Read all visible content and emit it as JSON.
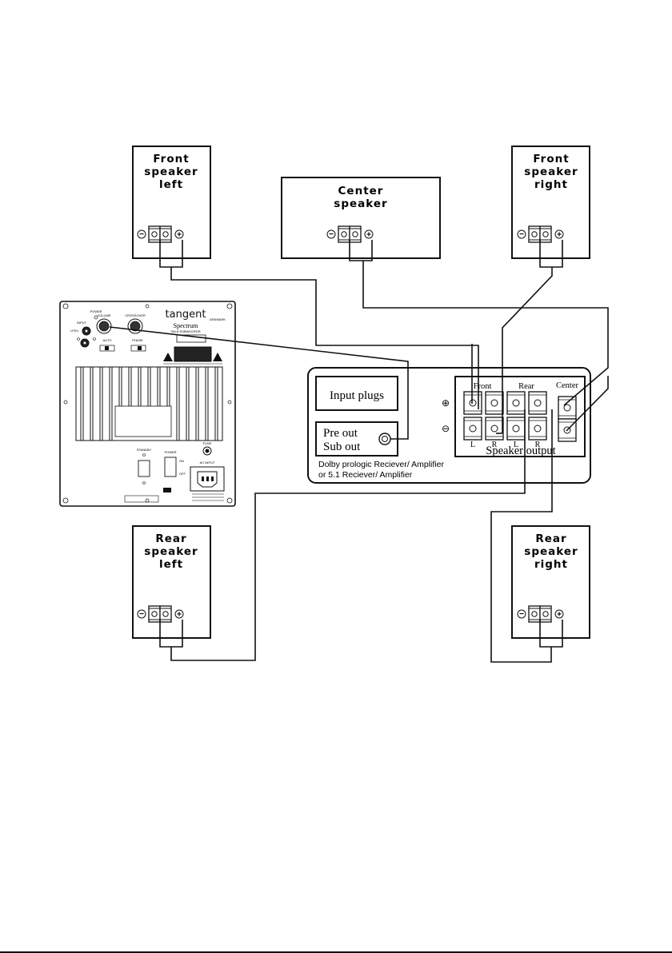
{
  "speakers": {
    "front_left": {
      "title_lines": [
        "Front",
        "speaker",
        "left"
      ]
    },
    "center": {
      "title_lines": [
        "Center",
        "speaker"
      ]
    },
    "front_right": {
      "title_lines": [
        "Front",
        "speaker",
        "right"
      ]
    },
    "rear_left": {
      "title_lines": [
        "Rear",
        "speaker",
        "left"
      ]
    },
    "rear_right": {
      "title_lines": [
        "Rear",
        "speaker",
        "right"
      ]
    }
  },
  "terminal_symbols": {
    "minus": "−",
    "plus": "+"
  },
  "receiver": {
    "input_plugs": "Input plugs",
    "pre_out_lines": [
      "Pre out",
      "Sub out"
    ],
    "caption_lines": [
      "Dolby prologic Reciever/ Amplifier",
      "or 5.1 Reciever/ Amplifier"
    ],
    "speaker_output": "Speaker output",
    "groups": {
      "front": "Front",
      "rear": "Rear",
      "center": "Center"
    },
    "channels": [
      "L",
      "R",
      "L",
      "R"
    ],
    "polarity": {
      "plus": "⊕",
      "minus": "⊖"
    }
  },
  "subwoofer": {
    "brand": "tangent",
    "brand_sub": "DENMARK",
    "model": "Spectrum",
    "model_sub": "SW-8 SUBWOOFER",
    "knob_labels": {
      "volume": "VOLUME",
      "crossover": "CROSSOVER",
      "power": "POWER",
      "input": "INPUT",
      "lfe": "LFE/L",
      "auto": "AUTO",
      "phase": "PHASE"
    },
    "switch_labels": {
      "standby": "STANDBY",
      "power": "POWER",
      "on": "ON",
      "off": "OFF",
      "fuse": "FUSE",
      "ac_input": "AC INPUT"
    }
  }
}
